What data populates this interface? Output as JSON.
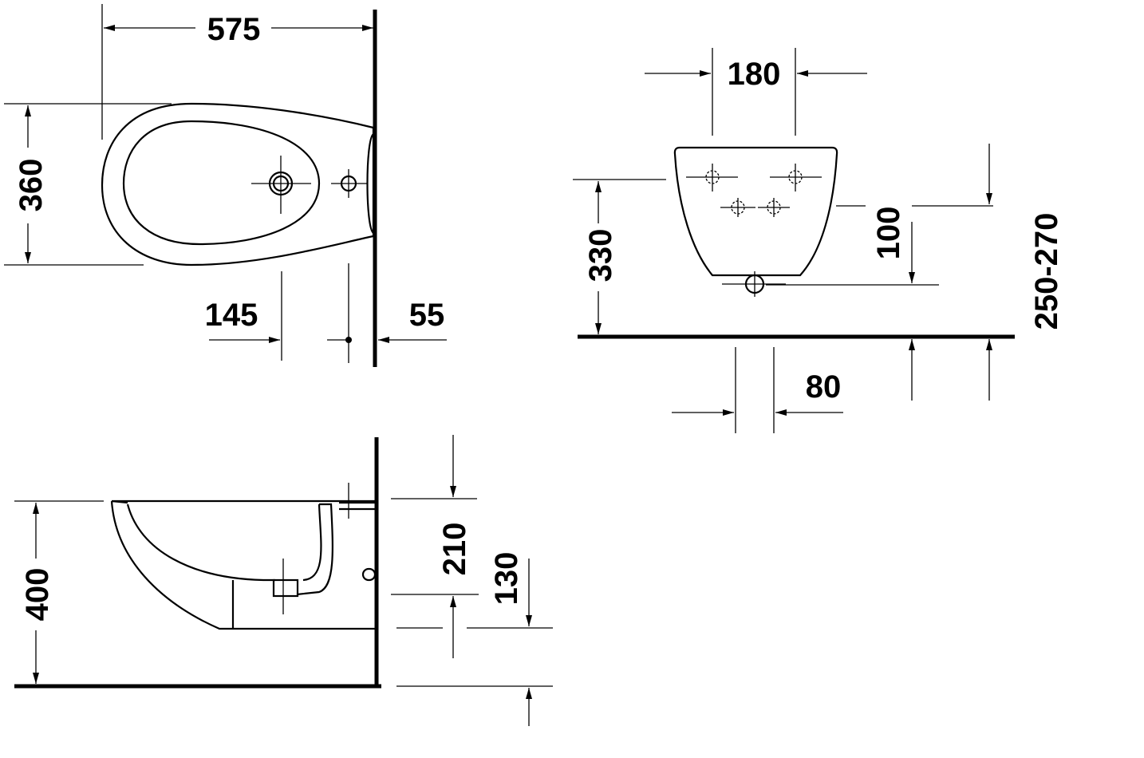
{
  "title": "Bidet dimension drawing",
  "plan_view": {
    "width": "575",
    "depth": "360",
    "tap_offset": "145",
    "fixing_offset": "55"
  },
  "front_view": {
    "hole_spacing": "180",
    "height": "330",
    "fixing_height": "100",
    "inlet_range": "250-270",
    "waste_width": "80"
  },
  "side_view": {
    "rim_height": "400",
    "waste_depth": "210",
    "waste_height": "130"
  },
  "colors": {
    "line": "#000000",
    "background": "#ffffff"
  }
}
